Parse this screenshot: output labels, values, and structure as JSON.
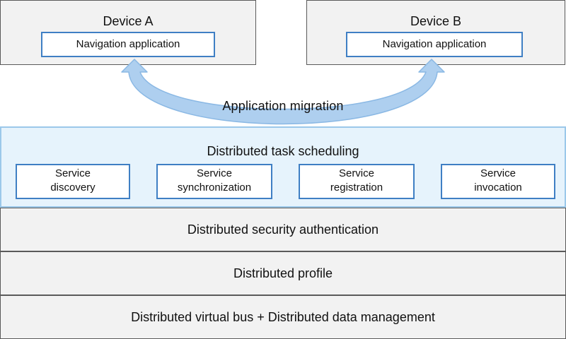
{
  "devices": {
    "a": {
      "title": "Device A",
      "app": "Navigation application"
    },
    "b": {
      "title": "Device B",
      "app": "Navigation application"
    }
  },
  "migration": {
    "label": "Application migration"
  },
  "scheduling": {
    "title": "Distributed task scheduling",
    "services": [
      {
        "label": "Service\ndiscovery"
      },
      {
        "label": "Service\nsynchronization"
      },
      {
        "label": "Service\nregistration"
      },
      {
        "label": "Service\ninvocation"
      }
    ]
  },
  "layers": {
    "security": "Distributed security authentication",
    "profile": "Distributed profile",
    "bus": "Distributed virtual bus + Distributed data management"
  },
  "colors": {
    "device_fill": "#f2f2f2",
    "border_gray": "#5a5a5a",
    "accent_blue": "#3f7fc4",
    "scheduling_fill": "#e3f1fc",
    "scheduling_border": "#9bc8ea",
    "arrow_blue": "#aecfef"
  }
}
